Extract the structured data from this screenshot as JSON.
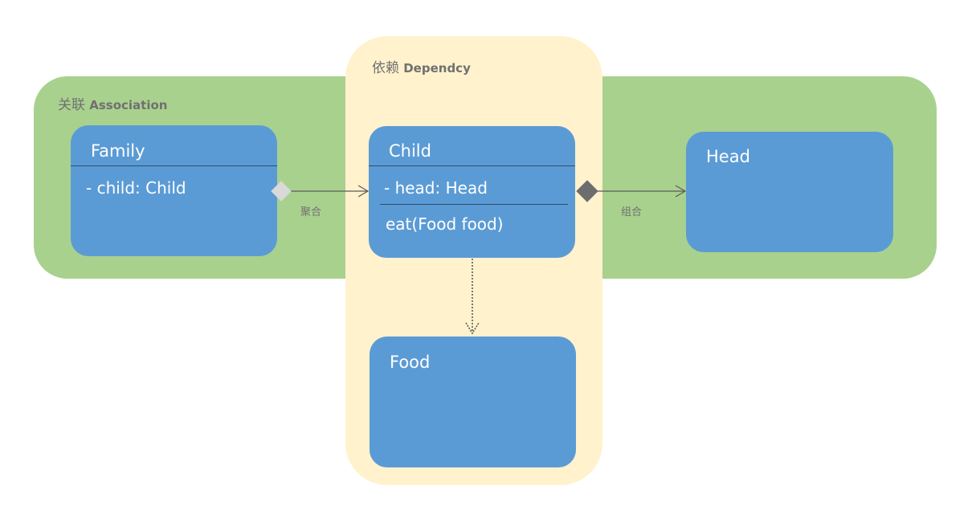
{
  "regions": {
    "association": {
      "label_cn": "关联",
      "label_en": "Association",
      "color": "#a9d18e"
    },
    "dependency": {
      "label_cn": "依赖",
      "label_en": "Dependcy",
      "color": "#fff2cc"
    }
  },
  "classes": {
    "family": {
      "name": "Family",
      "attributes": [
        "- child: Child"
      ],
      "methods": []
    },
    "child": {
      "name": "Child",
      "attributes": [
        "- head: Head"
      ],
      "methods": [
        "eat(Food food)"
      ]
    },
    "head": {
      "name": "Head",
      "attributes": [],
      "methods": []
    },
    "food": {
      "name": "Food",
      "attributes": [],
      "methods": []
    }
  },
  "relations": {
    "aggregation": {
      "label": "聚合",
      "from": "Family",
      "to": "Child",
      "marker": "hollow-diamond"
    },
    "composition": {
      "label": "组合",
      "from": "Child",
      "to": "Head",
      "marker": "filled-diamond"
    },
    "dependency": {
      "from": "Child",
      "to": "Food",
      "line": "dotted"
    }
  },
  "colors": {
    "class_fill": "#5b9bd5",
    "class_text": "#ffffff",
    "label_text": "#707070",
    "aggregation_diamond": "#d9d9d9",
    "composition_diamond": "#6d6d6d"
  }
}
